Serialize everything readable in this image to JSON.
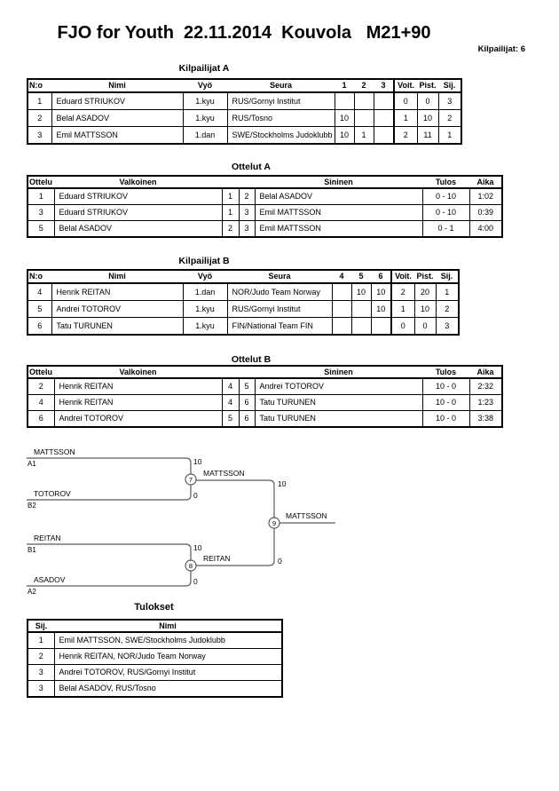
{
  "page": {
    "title": "FJO for Youth  22.11.2014  Kouvola   M21+90",
    "competitors_label": "Kilpailijat: 6"
  },
  "pool_a": {
    "heading": "Kilpailijat A",
    "headers": {
      "no": "N:o",
      "name": "Nimi",
      "belt": "Vyö",
      "club": "Seura",
      "m1": "1",
      "m2": "2",
      "m3": "3",
      "wins": "Voit.",
      "points": "Pist.",
      "place": "Sij."
    },
    "rows": [
      {
        "no": "1",
        "name": "Eduard STRIUKOV",
        "belt": "1.kyu",
        "club": "RUS/Gornyi Institut",
        "m1": "",
        "m2": "",
        "m3": "",
        "wins": "0",
        "points": "0",
        "place": "3"
      },
      {
        "no": "2",
        "name": "Belal ASADOV",
        "belt": "1.kyu",
        "club": "RUS/Tosno",
        "m1": "10",
        "m2": "",
        "m3": "",
        "wins": "1",
        "points": "10",
        "place": "2"
      },
      {
        "no": "3",
        "name": "Emil MATTSSON",
        "belt": "1.dan",
        "club": "SWE/Stockholms Judoklubb",
        "m1": "10",
        "m2": "1",
        "m3": "",
        "wins": "2",
        "points": "11",
        "place": "1"
      }
    ]
  },
  "matches_a": {
    "heading": "Ottelut A",
    "headers": {
      "match": "Ottelu",
      "white": "Valkoinen",
      "blue": "Sininen",
      "result": "Tulos",
      "time": "Aika"
    },
    "rows": [
      {
        "match": "1",
        "white": "Eduard STRIUKOV",
        "wno": "1",
        "bno": "2",
        "blue": "Belal ASADOV",
        "result": "0 - 10",
        "time": "1:02"
      },
      {
        "match": "3",
        "white": "Eduard STRIUKOV",
        "wno": "1",
        "bno": "3",
        "blue": "Emil MATTSSON",
        "result": "0 - 10",
        "time": "0:39"
      },
      {
        "match": "5",
        "white": "Belal ASADOV",
        "wno": "2",
        "bno": "3",
        "blue": "Emil MATTSSON",
        "result": "0 - 1",
        "time": "4:00"
      }
    ]
  },
  "pool_b": {
    "heading": "Kilpailijat B",
    "headers": {
      "no": "N:o",
      "name": "Nimi",
      "belt": "Vyö",
      "club": "Seura",
      "m1": "4",
      "m2": "5",
      "m3": "6",
      "wins": "Voit.",
      "points": "Pist.",
      "place": "Sij."
    },
    "rows": [
      {
        "no": "4",
        "name": "Henrik REITAN",
        "belt": "1.dan",
        "club": "NOR/Judo Team Norway",
        "m1": "",
        "m2": "10",
        "m3": "10",
        "wins": "2",
        "points": "20",
        "place": "1"
      },
      {
        "no": "5",
        "name": "Andrei TOTOROV",
        "belt": "1.kyu",
        "club": "RUS/Gornyi Institut",
        "m1": "",
        "m2": "",
        "m3": "10",
        "wins": "1",
        "points": "10",
        "place": "2"
      },
      {
        "no": "6",
        "name": "Tatu TURUNEN",
        "belt": "1.kyu",
        "club": "FIN/National Team FIN",
        "m1": "",
        "m2": "",
        "m3": "",
        "wins": "0",
        "points": "0",
        "place": "3"
      }
    ]
  },
  "matches_b": {
    "heading": "Ottelut B",
    "headers": {
      "match": "Ottelu",
      "white": "Valkoinen",
      "blue": "Sininen",
      "result": "Tulos",
      "time": "Aika"
    },
    "rows": [
      {
        "match": "2",
        "white": "Henrik REITAN",
        "wno": "4",
        "bno": "5",
        "blue": "Andrei TOTOROV",
        "result": "10 - 0",
        "time": "2:32"
      },
      {
        "match": "4",
        "white": "Henrik REITAN",
        "wno": "4",
        "bno": "6",
        "blue": "Tatu TURUNEN",
        "result": "10 - 0",
        "time": "1:23"
      },
      {
        "match": "6",
        "white": "Andrei TOTOROV",
        "wno": "5",
        "bno": "6",
        "blue": "Tatu TURUNEN",
        "result": "10 - 0",
        "time": "3:38"
      }
    ]
  },
  "bracket": {
    "semifinal_1": {
      "match_no": "7",
      "top_name": "MATTSSON",
      "top_seed": "A1",
      "top_score": "10",
      "bottom_name": "TOTOROV",
      "bottom_seed": "B2",
      "bottom_score": "0",
      "winner": "MATTSSON"
    },
    "semifinal_2": {
      "match_no": "8",
      "top_name": "REITAN",
      "top_seed": "B1",
      "top_score": "10",
      "bottom_name": "ASADOV",
      "bottom_seed": "A2",
      "bottom_score": "0",
      "winner": "REITAN"
    },
    "final": {
      "match_no": "9",
      "top_score": "10",
      "bottom_score": "0",
      "winner": "MATTSSON"
    }
  },
  "results": {
    "heading": "Tulokset",
    "headers": {
      "place": "Sij.",
      "name": "Nimi"
    },
    "rows": [
      {
        "place": "1",
        "name": "Emil MATTSSON, SWE/Stockholms Judoklubb"
      },
      {
        "place": "2",
        "name": "Henrik REITAN, NOR/Judo Team Norway"
      },
      {
        "place": "3",
        "name": "Andrei TOTOROV, RUS/Gornyi Institut"
      },
      {
        "place": "3",
        "name": "Belal ASADOV, RUS/Tosno"
      }
    ]
  }
}
